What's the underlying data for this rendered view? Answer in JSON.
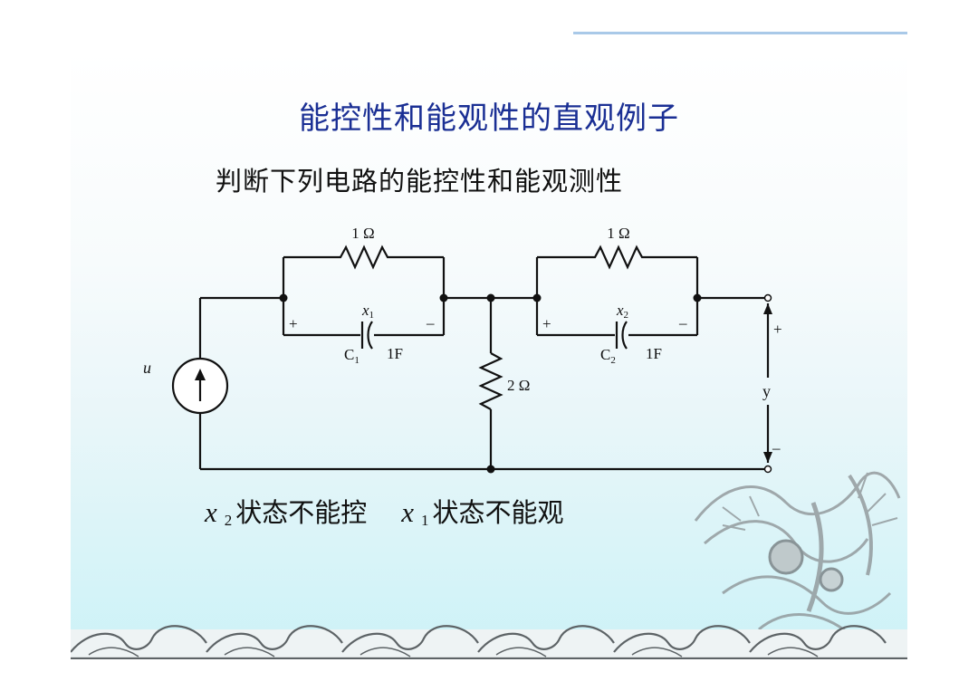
{
  "slide": {
    "title": "能控性和能观性的直观例子",
    "subtitle": "判断下列电路的能控性和能观测性"
  },
  "circuit": {
    "r1_label": "1 Ω",
    "r2_label": "1 Ω",
    "r3_label": "2 Ω",
    "c1_state": "x",
    "c1_state_sub": "1",
    "c1_name": "C",
    "c1_name_sub": "1",
    "c1_value": "1F",
    "c2_state": "x",
    "c2_state_sub": "2",
    "c2_name": "C",
    "c2_name_sub": "2",
    "c2_value": "1F",
    "plus": "+",
    "minus": "–",
    "source_label": "u",
    "output_label": "y"
  },
  "conclusion": {
    "x2_var": "x",
    "x2_sub": "2",
    "x2_text": "状态不能控",
    "x1_var": "x",
    "x1_sub": "1",
    "x1_text": "状态不能观"
  },
  "colors": {
    "title": "#1a2f94",
    "wire": "#111111",
    "topline": "#a9c9e8"
  }
}
